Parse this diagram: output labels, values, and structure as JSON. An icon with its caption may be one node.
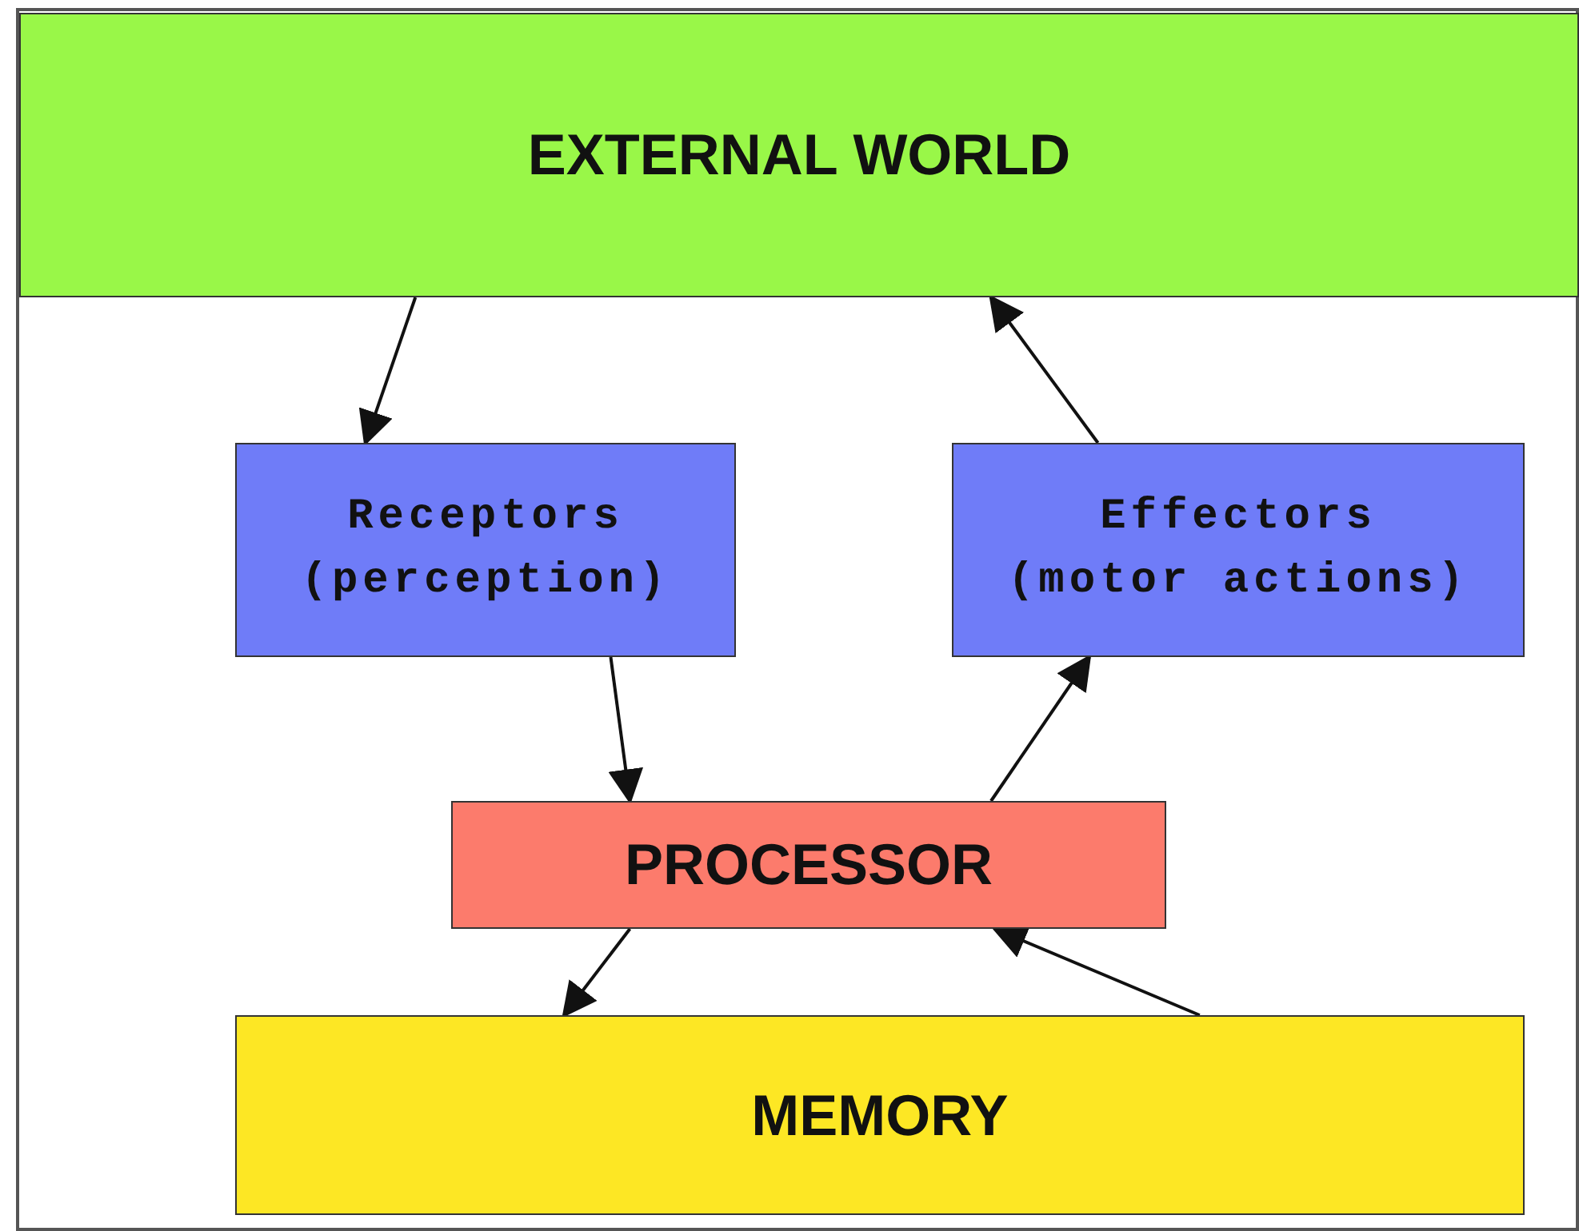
{
  "diagram": {
    "nodes": [
      {
        "text": [
          "EXTERNAL WORLD"
        ]
      },
      {
        "text": [
          "Receptors (perception)"
        ]
      },
      {
        "text": [
          "Effectors (motor actions)"
        ]
      },
      {
        "text": [
          "PROCESSOR"
        ]
      },
      {
        "text": [
          "MEMORY"
        ]
      }
    ],
    "edges": [
      {
        "from": 0,
        "to": 1,
        "arrow": "to"
      },
      {
        "from": 2,
        "to": 0,
        "arrow": "to"
      },
      {
        "from": 1,
        "to": 3,
        "arrow": "to"
      },
      {
        "from": 3,
        "to": 2,
        "arrow": "to"
      },
      {
        "from": 3,
        "to": 4,
        "arrow": "to"
      },
      {
        "from": 4,
        "to": 3,
        "arrow": "to"
      }
    ]
  }
}
